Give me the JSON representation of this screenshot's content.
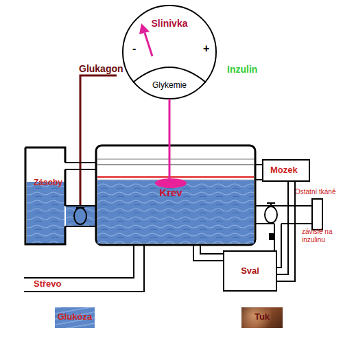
{
  "diagram": {
    "nodes": [
      {
        "text": [
          "Slinivka"
        ]
      },
      {
        "text": [
          "Glykemie"
        ],
        "in": 0
      },
      {
        "text": [
          "Zásoby"
        ]
      },
      {
        "text": [
          "Krev"
        ]
      },
      {
        "text": [
          "Mozek"
        ]
      },
      {
        "text": [
          "Ostatní tkáně",
          "závislé na inzulinu"
        ]
      },
      {
        "text": [
          "Sval"
        ]
      },
      {
        "text": [
          "Střevo"
        ]
      }
    ],
    "edges": [
      {
        "from": 1,
        "to": 3,
        "arrow": "none"
      }
    ],
    "labels": [
      "Glukagon",
      "Inzulin",
      "-",
      "+"
    ],
    "legend": [
      {
        "text": "Glukóza",
        "color": "#5b86c8"
      },
      {
        "text": "Tuk",
        "color": "#8a4a2a"
      }
    ]
  }
}
